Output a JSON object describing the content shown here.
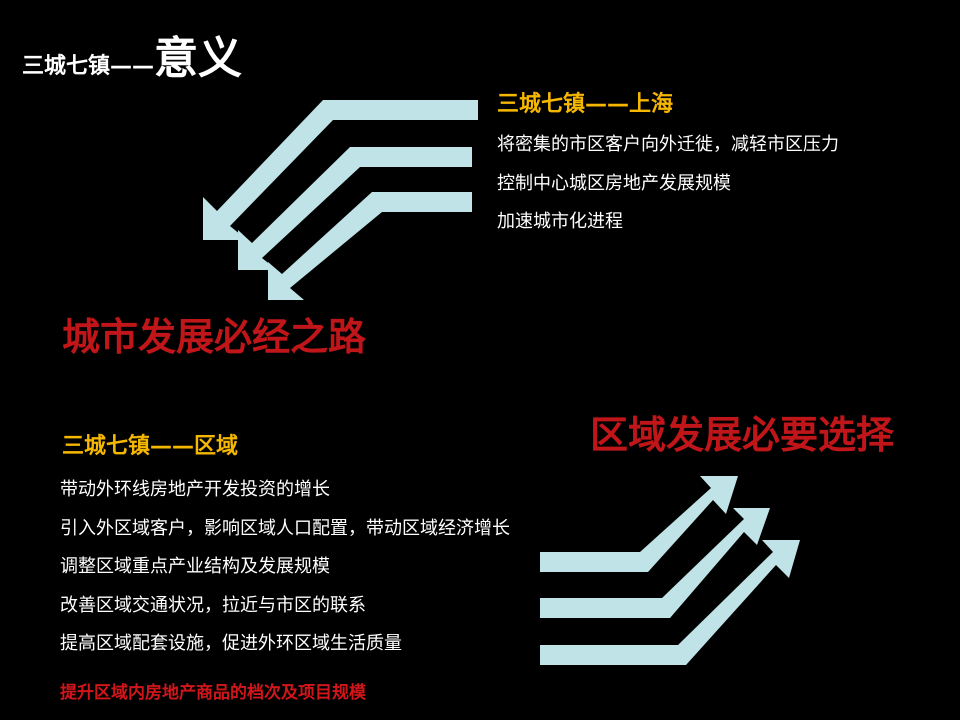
{
  "slide": {
    "title_prefix": "三城七镇——",
    "title_main": "意义",
    "shanghai": {
      "heading": "三城七镇——上海",
      "points": [
        "将密集的市区客户向外迁徙，减轻市区压力",
        "控制中心城区房地产发展规模",
        "加速城市化进程"
      ]
    },
    "city_slogan": "城市发展必经之路",
    "region": {
      "heading": "三城七镇——区域",
      "points": [
        "带动外环线房地产开发投资的增长",
        "引入外区域客户，影响区域人口配置，带动区域经济增长",
        "调整区域重点产业结构及发展规模",
        "改善区域交通状况，拉近与市区的联系",
        "提高区域配套设施，促进外环区域生活质量",
        "提升区域内房地产商品的档次及项目规模"
      ]
    },
    "region_slogan": "区域发展必要选择",
    "colors": {
      "background": "#000000",
      "heading": "#f5b700",
      "accent_red": "#c0161a",
      "arrow": "#bfe3e6"
    }
  }
}
